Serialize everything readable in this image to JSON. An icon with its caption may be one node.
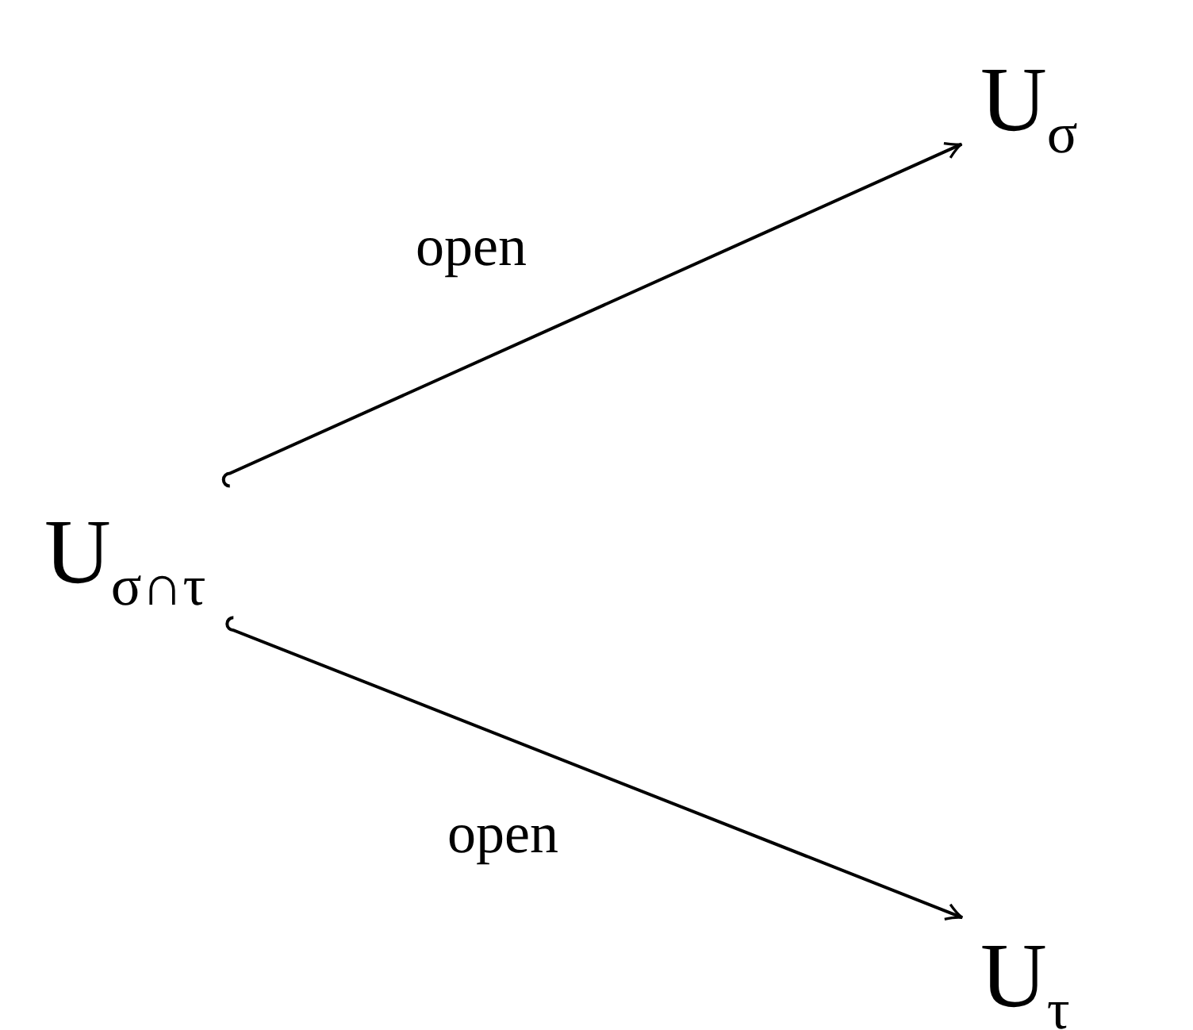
{
  "diagram": {
    "nodes": [
      {
        "text": [
          "U$_{σ}$"
        ]
      },
      {
        "text": [
          "U$_{σ∩τ}$"
        ]
      },
      {
        "text": [
          "U$_{τ}$"
        ]
      }
    ],
    "edges": [
      {
        "from": 1,
        "to": 0,
        "arrow": "to",
        "label": "open"
      },
      {
        "from": 1,
        "to": 2,
        "arrow": "to",
        "label": "open"
      }
    ]
  }
}
